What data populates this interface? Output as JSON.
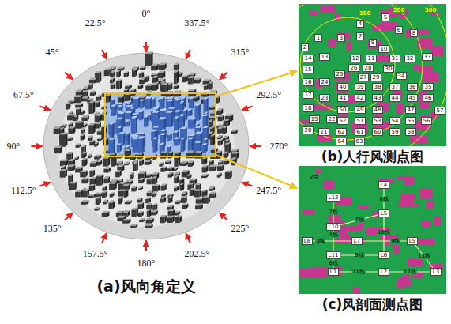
{
  "diagram": {
    "nodes": [
      {
        "text": [
          "(b)人行风测点图"
        ]
      },
      {
        "text": [
          "1"
        ],
        "in": 0
      },
      {
        "text": [
          "2"
        ],
        "in": 0
      },
      {
        "text": [
          "3"
        ],
        "in": 0
      },
      {
        "text": [
          "4"
        ],
        "in": 0
      },
      {
        "text": [
          "5"
        ],
        "in": 0
      },
      {
        "text": [
          "6"
        ],
        "in": 0
      },
      {
        "text": [
          "7"
        ],
        "in": 0
      },
      {
        "text": [
          "8"
        ],
        "in": 0
      },
      {
        "text": [
          "9"
        ],
        "in": 0
      },
      {
        "text": [
          "10"
        ],
        "in": 0
      },
      {
        "text": [
          "11"
        ],
        "in": 0
      },
      {
        "text": [
          "12"
        ],
        "in": 0
      },
      {
        "text": [
          "13"
        ],
        "in": 0
      },
      {
        "text": [
          "14"
        ],
        "in": 0
      },
      {
        "text": [
          "15"
        ],
        "in": 0
      },
      {
        "text": [
          "16"
        ],
        "in": 0
      },
      {
        "text": [
          "17"
        ],
        "in": 0
      },
      {
        "text": [
          "18"
        ],
        "in": 0
      },
      {
        "text": [
          "19"
        ],
        "in": 0
      },
      {
        "text": [
          "20"
        ],
        "in": 0
      },
      {
        "text": [
          "21"
        ],
        "in": 0
      },
      {
        "text": [
          "22"
        ],
        "in": 0
      },
      {
        "text": [
          "23"
        ],
        "in": 0
      },
      {
        "text": [
          "24"
        ],
        "in": 0
      },
      {
        "text": [
          "25"
        ],
        "in": 0
      },
      {
        "text": [
          "26"
        ],
        "in": 0
      },
      {
        "text": [
          "27"
        ],
        "in": 0
      },
      {
        "text": [
          "28"
        ],
        "in": 0
      },
      {
        "text": [
          "29"
        ],
        "in": 0
      },
      {
        "text": [
          "30"
        ],
        "in": 0
      },
      {
        "text": [
          "31"
        ],
        "in": 0
      },
      {
        "text": [
          "32"
        ],
        "in": 0
      },
      {
        "text": [
          "33"
        ],
        "in": 0
      },
      {
        "text": [
          "34"
        ],
        "in": 0
      },
      {
        "text": [
          "35"
        ],
        "in": 0
      },
      {
        "text": [
          "36"
        ],
        "in": 0
      },
      {
        "text": [
          "37"
        ],
        "in": 0
      },
      {
        "text": [
          "38"
        ],
        "in": 0
      },
      {
        "text": [
          "39"
        ],
        "in": 0
      },
      {
        "text": [
          "40"
        ],
        "in": 0
      },
      {
        "text": [
          "41"
        ],
        "in": 0
      },
      {
        "text": [
          "42"
        ],
        "in": 0
      },
      {
        "text": [
          "43"
        ],
        "in": 0
      },
      {
        "text": [
          "44"
        ],
        "in": 0
      },
      {
        "text": [
          "45"
        ],
        "in": 0
      },
      {
        "text": [
          "46"
        ],
        "in": 0
      },
      {
        "text": [
          "47"
        ],
        "in": 0
      },
      {
        "text": [
          "48"
        ],
        "in": 0
      },
      {
        "text": [
          "49"
        ],
        "in": 0
      },
      {
        "text": [
          "50"
        ],
        "in": 0
      },
      {
        "text": [
          "51"
        ],
        "in": 0
      },
      {
        "text": [
          "52"
        ],
        "in": 0
      },
      {
        "text": [
          "53"
        ],
        "in": 0
      },
      {
        "text": [
          "54"
        ],
        "in": 0
      },
      {
        "text": [
          "55"
        ],
        "in": 0
      },
      {
        "text": [
          "56"
        ],
        "in": 0
      },
      {
        "text": [
          "57"
        ],
        "in": 0
      },
      {
        "text": [
          "58"
        ],
        "in": 0
      },
      {
        "text": [
          "59"
        ],
        "in": 0
      },
      {
        "text": [
          "60"
        ],
        "in": 0
      },
      {
        "text": [
          "61"
        ],
        "in": 0
      },
      {
        "text": [
          "62"
        ],
        "in": 0
      },
      {
        "text": [
          "63"
        ],
        "in": 0
      },
      {
        "text": [
          "64"
        ],
        "in": 0
      },
      {
        "text": [
          "(c)风剖面测点图"
        ]
      },
      {
        "text": [
          "L4"
        ],
        "in": 65
      },
      {
        "text": [
          "L12"
        ],
        "in": 65
      },
      {
        "text": [
          "L5"
        ],
        "in": 65
      },
      {
        "text": [
          "L10"
        ],
        "in": 65
      },
      {
        "text": [
          "L8"
        ],
        "in": 65
      },
      {
        "text": [
          "L7"
        ],
        "in": 65
      },
      {
        "text": [
          "L9"
        ],
        "in": 65
      },
      {
        "text": [
          "L11"
        ],
        "in": 65
      },
      {
        "text": [
          "L6"
        ],
        "in": 65
      },
      {
        "text": [
          "L1"
        ],
        "in": 65
      },
      {
        "text": [
          "L2"
        ],
        "in": 65
      },
      {
        "text": [
          "L3"
        ],
        "in": 65
      }
    ],
    "edges": [
      {
        "from": 67,
        "to": 69,
        "arrow": "none",
        "label": "2线"
      },
      {
        "from": 69,
        "to": 73,
        "arrow": "none",
        "label": "4线"
      },
      {
        "from": 66,
        "to": 68,
        "arrow": "none",
        "label": "8线"
      },
      {
        "from": 68,
        "to": 74,
        "arrow": "none",
        "label": "10线"
      },
      {
        "from": 70,
        "to": 71,
        "arrow": "none",
        "label": "3线"
      },
      {
        "from": 71,
        "to": 72,
        "arrow": "none",
        "label": "9线"
      },
      {
        "from": 69,
        "to": 68,
        "arrow": "none",
        "label": "7线"
      },
      {
        "from": 73,
        "to": 74,
        "arrow": "none",
        "label": "5线"
      },
      {
        "from": 75,
        "to": 76,
        "arrow": "none",
        "label": "11线"
      },
      {
        "from": 76,
        "to": 77,
        "arrow": "none",
        "label": "12线"
      },
      {
        "from": 72,
        "to": 77,
        "arrow": "none",
        "label": "13线"
      },
      {
        "from": 73,
        "to": 75,
        "arrow": "none",
        "label": "6线"
      }
    ],
    "labels": [
      "0°",
      "22.5°",
      "45°",
      "67.5°",
      "90°",
      "112.5°",
      "135°",
      "157.5°",
      "180°",
      "202.5°",
      "225°",
      "247.5°",
      "270°",
      "292.5°",
      "315°",
      "337.5°",
      "(a)风向角定义",
      "100",
      "200",
      "300",
      "V点"
    ]
  }
}
